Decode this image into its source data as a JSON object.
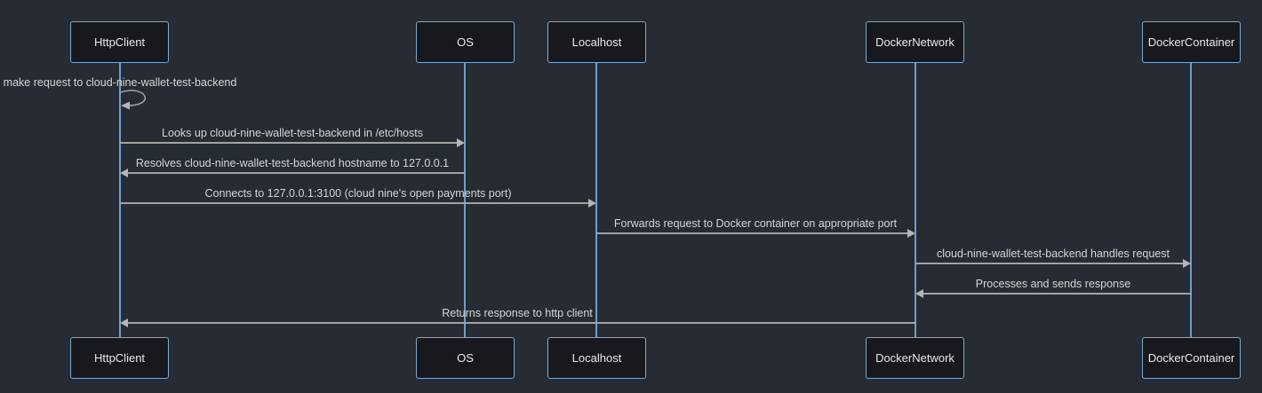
{
  "diagram": {
    "type": "sequence-diagram",
    "colors": {
      "background": "#262b34",
      "actor_fill": "#17191e",
      "actor_border": "#7ca9d0",
      "lifeline": "#6f9fc9",
      "message_line": "#a3a3a3",
      "message_text": "#d6d6d6",
      "actor_text": "#e9e9e9"
    }
  },
  "participants": [
    {
      "label": "HttpClient"
    },
    {
      "label": "OS"
    },
    {
      "label": "Localhost"
    },
    {
      "label": "DockerNetwork"
    },
    {
      "label": "DockerContainer"
    }
  ],
  "messages": [
    {
      "from": "HttpClient",
      "to": "HttpClient",
      "kind": "self",
      "text": "make request to cloud-nine-wallet-test-backend"
    },
    {
      "from": "HttpClient",
      "to": "OS",
      "kind": "solid-right",
      "text": "Looks up cloud-nine-wallet-test-backend in /etc/hosts"
    },
    {
      "from": "OS",
      "to": "HttpClient",
      "kind": "solid-left",
      "text": "Resolves cloud-nine-wallet-test-backend hostname to 127.0.0.1"
    },
    {
      "from": "HttpClient",
      "to": "Localhost",
      "kind": "solid-right",
      "text": "Connects to 127.0.0.1:3100 (cloud nine's open payments port)"
    },
    {
      "from": "Localhost",
      "to": "DockerNetwork",
      "kind": "solid-right",
      "text": "Forwards request to Docker container on appropriate port"
    },
    {
      "from": "DockerNetwork",
      "to": "DockerContainer",
      "kind": "solid-right",
      "text": "cloud-nine-wallet-test-backend handles request"
    },
    {
      "from": "DockerContainer",
      "to": "DockerNetwork",
      "kind": "solid-left",
      "text": "Processes and sends response"
    },
    {
      "from": "DockerNetwork",
      "to": "HttpClient",
      "kind": "solid-left",
      "text": "Returns response to http client"
    }
  ]
}
